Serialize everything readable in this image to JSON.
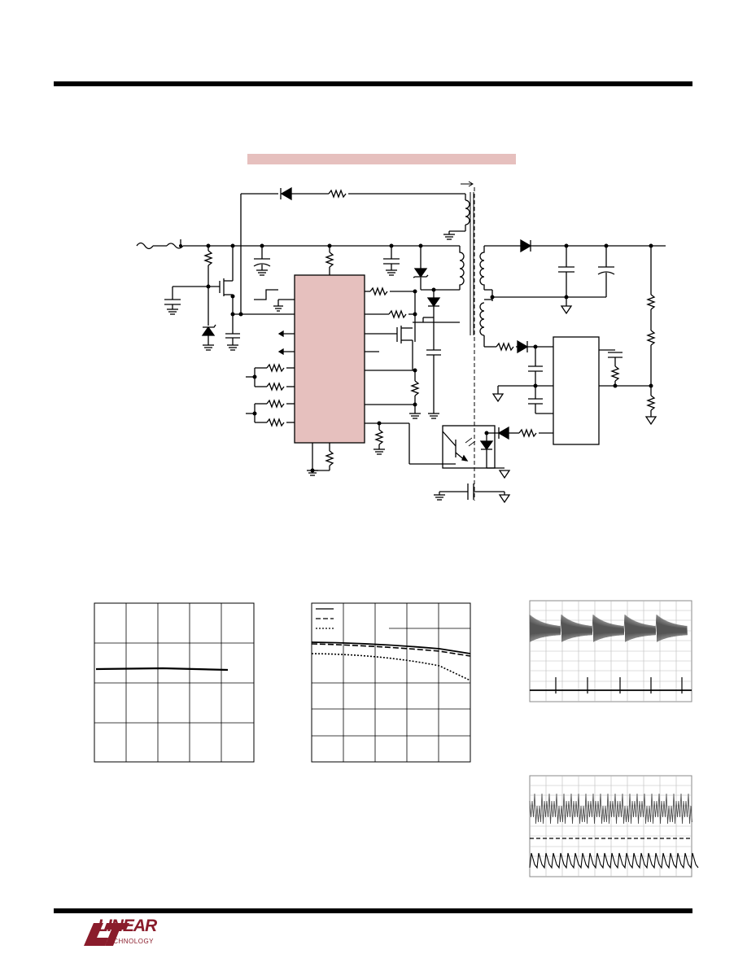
{
  "colors": {
    "ic_fill": "#e6c0be",
    "brand": "#8a1c2b",
    "rule": "#000000"
  },
  "schematic": {
    "components": [
      "ac-source",
      "fuse",
      "controller-ic",
      "transformer",
      "output-diode",
      "output-capacitors",
      "feedback-controller-ic",
      "optocoupler",
      "y-capacitor"
    ]
  },
  "graphs": {
    "graph1": {
      "grid": true
    },
    "graph2": {
      "grid": true,
      "series": [
        "solid",
        "long-dash",
        "dotted"
      ]
    }
  },
  "scope_captures": [
    {
      "grid": true,
      "traces": 2
    },
    {
      "grid": true,
      "traces": 2
    }
  ],
  "logo": {
    "wordmark": "LINEAR",
    "sub": "TECHNOLOGY"
  }
}
